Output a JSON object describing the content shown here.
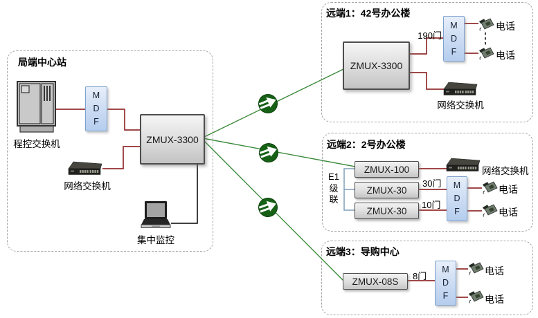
{
  "colors": {
    "line-red": "#932e2e",
    "line-green": "#3c8a3c",
    "line-blue": "#7f9db9",
    "dash-gray": "#a3a3a3",
    "mdf-border": "#7fa1cd",
    "globe-green": "#166116"
  },
  "central": {
    "title": "局端中心站",
    "pbx_label": "程控交换机",
    "mdf_letters": [
      "M",
      "D",
      "F"
    ],
    "zmux_label": "ZMUX-3300",
    "switch_label": "网络交换机",
    "monitor_label": "集中监控"
  },
  "remote1": {
    "title": "远端1：42号办公楼",
    "zmux_label": "ZMUX-3300",
    "ports_label": "190门",
    "mdf_letters": [
      "M",
      "D",
      "F"
    ],
    "phone_labels": [
      "电话",
      "电话"
    ],
    "switch_label": "网络交换机"
  },
  "remote2": {
    "title": "远端2：2号办公楼",
    "devices": [
      "ZMUX-100",
      "ZMUX-30",
      "ZMUX-30"
    ],
    "cascade_lines": [
      "E1",
      "级",
      "联"
    ],
    "ports_labels": [
      "30门",
      "10门"
    ],
    "mdf_letters": [
      "M",
      "D",
      "F"
    ],
    "switch_label": "网络交换机",
    "phone_labels": [
      "电话",
      "电话"
    ]
  },
  "remote3": {
    "title": "远端3：导购中心",
    "zmux_label": "ZMUX-08S",
    "ports_label": "8门",
    "mdf_letters": [
      "M",
      "D",
      "F"
    ],
    "phone_labels": [
      "电话",
      "电话"
    ]
  }
}
